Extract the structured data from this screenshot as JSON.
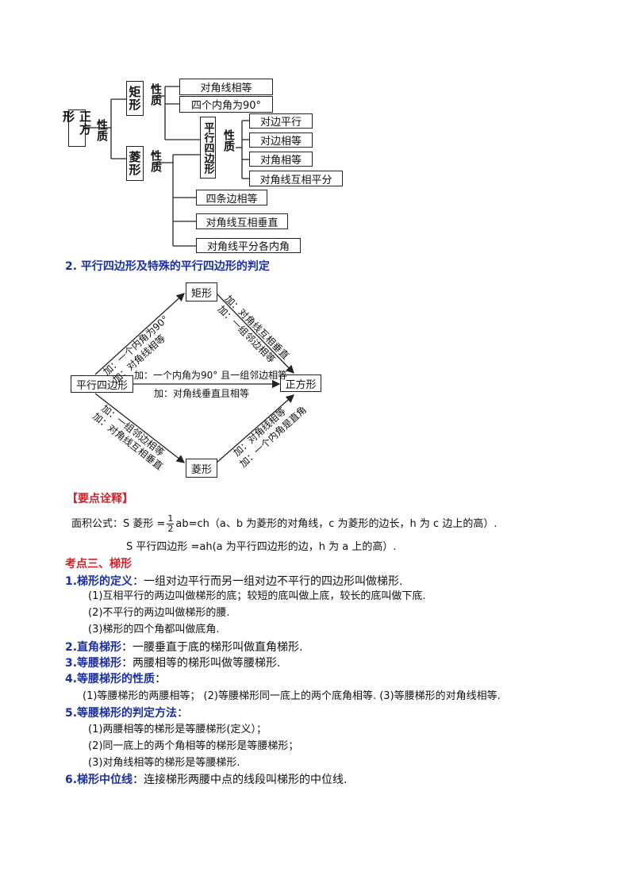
{
  "tree": {
    "square": "正方形",
    "xingzhi": "性质",
    "rectangle": "矩形",
    "rhombus": "菱形",
    "parallelogram": "平行四边形",
    "rect_props": [
      "对角线相等",
      "四个内角为90°"
    ],
    "para_props": [
      "对边平行",
      "对边相等",
      "对角相等",
      "对角线互相平分"
    ],
    "rhombus_props": [
      "四条边相等",
      "对角线互相垂直",
      "对角线平分各内角"
    ]
  },
  "section2": {
    "heading": "2.  平行四边形及特殊的平行四边形的判定"
  },
  "diamond": {
    "parallelogram": "平行四边形",
    "rectangle": "矩形",
    "rhombus": "菱形",
    "square": "正方形",
    "p_to_rect_1": "加：一个内角为90°",
    "p_to_rect_2": "加：对角线相等",
    "rect_to_sq_1": "加：对角线互相垂直",
    "rect_to_sq_2": "加：一组邻边相等",
    "p_to_sq_1": "加：一个内角为90° 且一组邻边相等",
    "p_to_sq_2": "加：对角线垂直且相等",
    "p_to_rh_1": "加：一组邻边相等",
    "p_to_rh_2": "加：对角线互相垂直",
    "rh_to_sq_1": "加：对角线相等",
    "rh_to_sq_2": "加：一个内角是直角"
  },
  "notes": {
    "title": "【要点诠释】",
    "area_prefix": "面积公式：S 菱形 =",
    "frac_num": "1",
    "frac_den": "2",
    "area_rhombus_rest": "ab=ch（a、b 为菱形的对角线，c 为菱形的边长，h 为 c 边上的高）.",
    "area_para": "S 平行四边形 =ah(a 为平行四边形的边，h 为 a 上的高）."
  },
  "section3": {
    "heading": "考点三、梯形",
    "def_label": "1.梯形的定义",
    "def_text": "：一组对边平行而另一组对边不平行的四边形叫做梯形.",
    "def_items": [
      "(1)互相平行的两边叫做梯形的底；较短的底叫做上底，较长的底叫做下底.",
      "(2)不平行的两边叫做梯形的腰.",
      "(3)梯形的四个角都叫做底角."
    ],
    "right_label": "2.直角梯形",
    "right_text": "：一腰垂直于底的梯形叫做直角梯形.",
    "iso_label": "3.等腰梯形",
    "iso_text": "：两腰相等的梯形叫做等腰梯形.",
    "prop_label": "4.等腰梯形的性质",
    "prop_text": "：",
    "prop_items": "(1)等腰梯形的两腰相等；  (2)等腰梯形同一底上的两个底角相等.  (3)等腰梯形的对角线相等.",
    "judge_label": "5.等腰梯形的判定方法",
    "judge_text": "：",
    "judge_items": [
      "(1)两腰相等的梯形是等腰梯形(定义）；",
      "(2)同一底上的两个角相等的梯形是等腰梯形；",
      "(3)对角线相等的梯形是等腰梯形."
    ],
    "mid_label": "6.梯形中位线",
    "mid_text": "：连接梯形两腰中点的线段叫梯形的中位线."
  }
}
